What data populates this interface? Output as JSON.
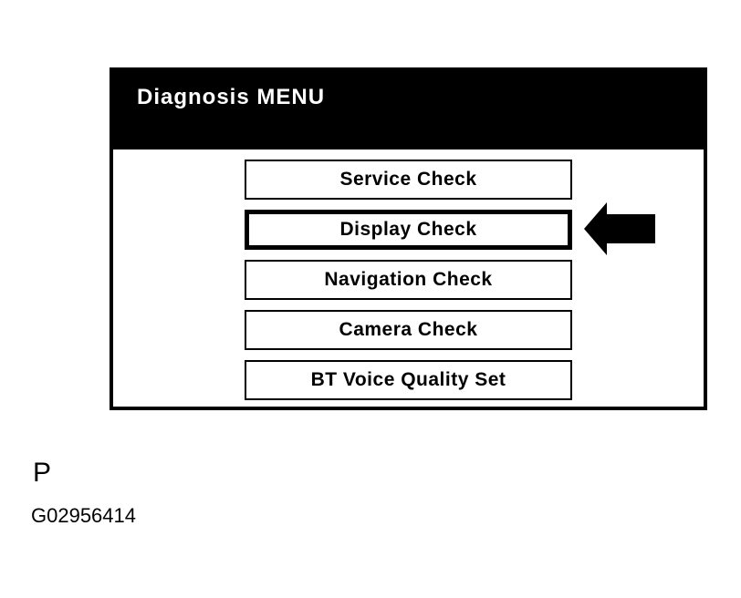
{
  "screen": {
    "title": "Diagnosis MENU",
    "menu_items": [
      {
        "label": "Service Check",
        "selected": false
      },
      {
        "label": "Display Check",
        "selected": true
      },
      {
        "label": "Navigation Check",
        "selected": false
      },
      {
        "label": "Camera Check",
        "selected": false
      },
      {
        "label": "BT Voice Quality Set",
        "selected": false
      }
    ],
    "colors": {
      "header_bg": "#000000",
      "header_text": "#ffffff",
      "panel_bg": "#ffffff",
      "border": "#000000",
      "arrow": "#000000"
    },
    "icons": {
      "selection_arrow": "left-arrow-icon"
    }
  },
  "figure": {
    "label": "P",
    "figure_id": "G02956414"
  }
}
